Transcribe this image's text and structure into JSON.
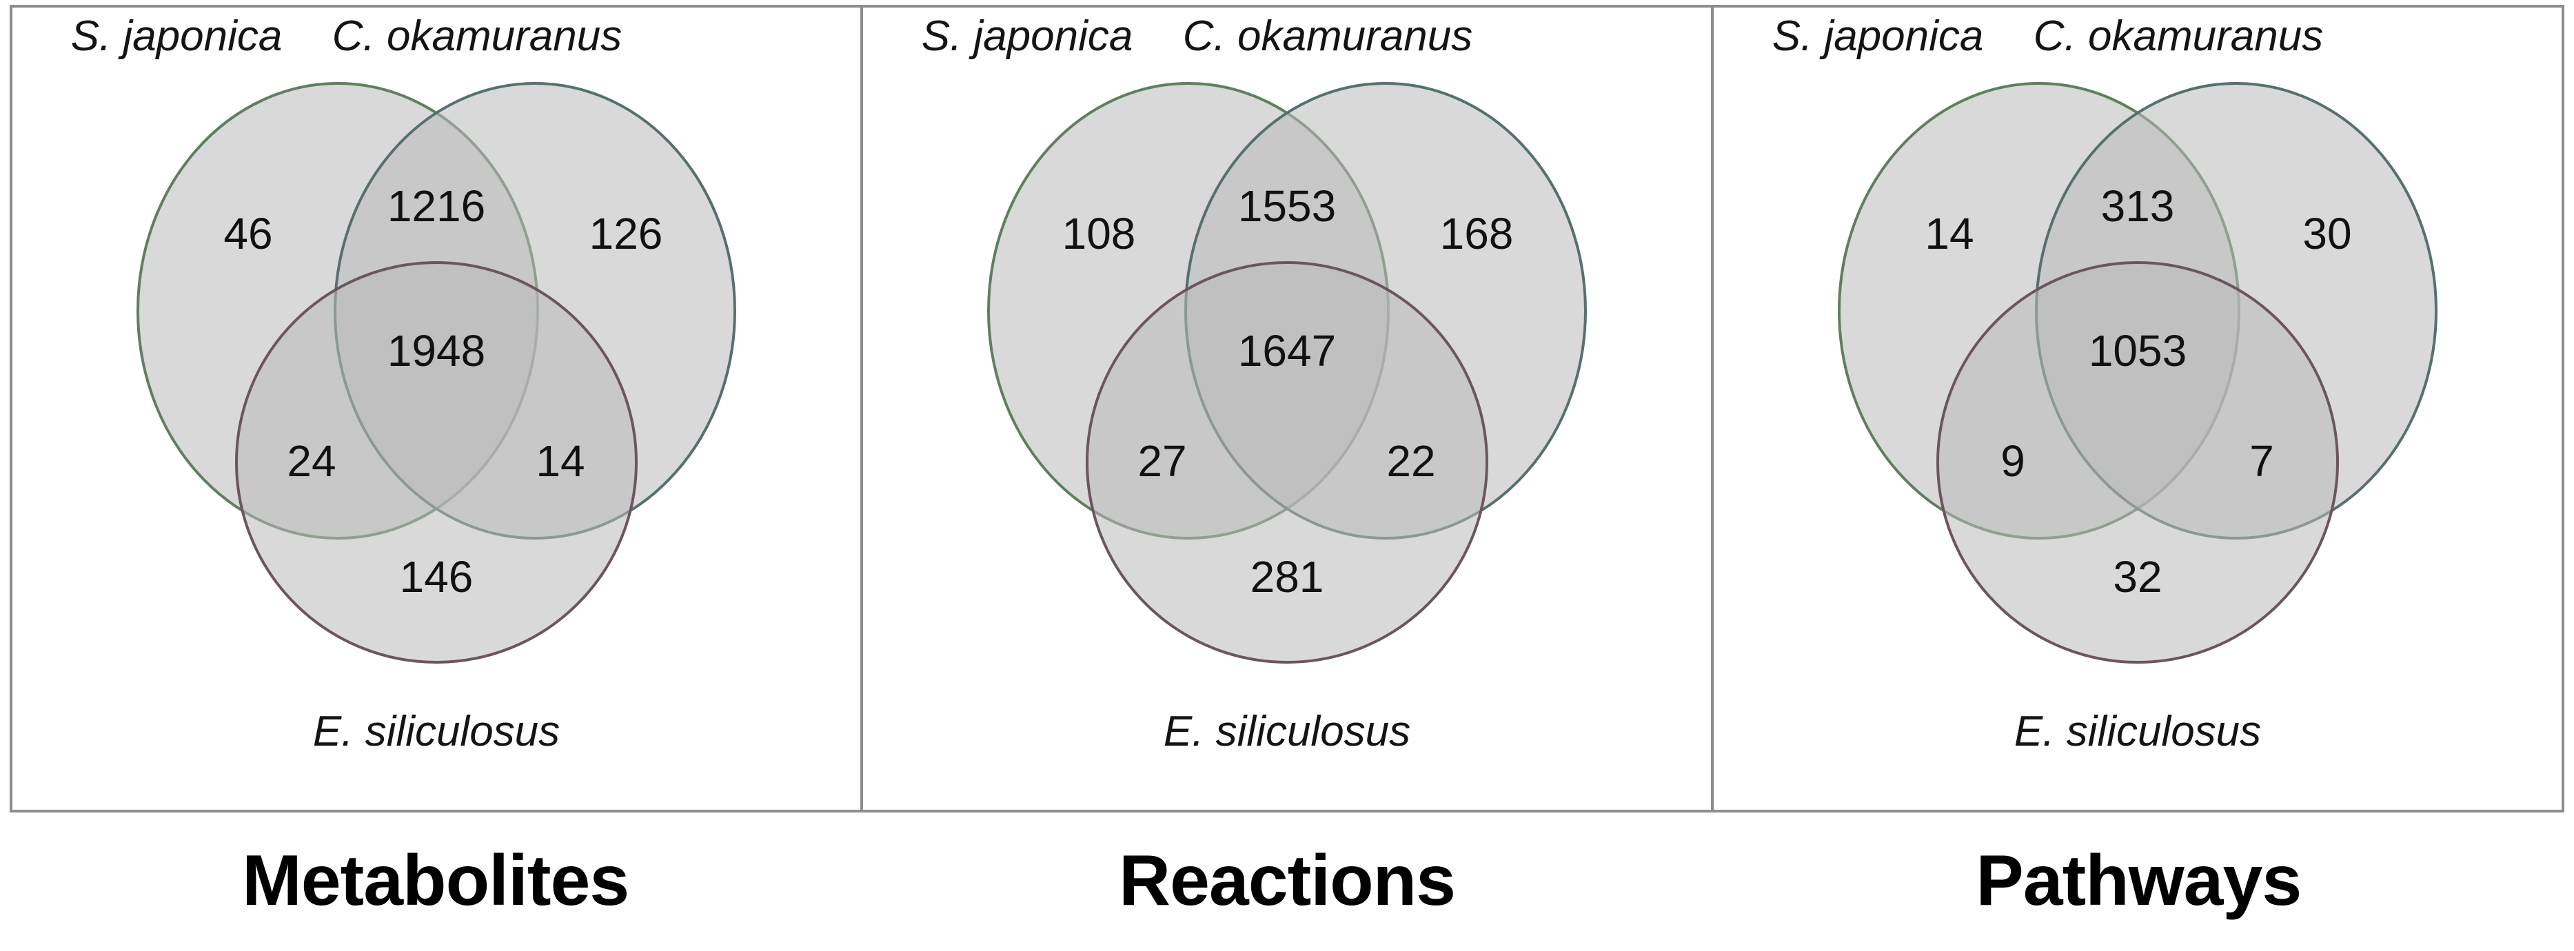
{
  "figure": {
    "type": "venn-triple-panel",
    "species": {
      "top_left": "S. japonica",
      "top_right": "C. okamuranus",
      "bottom": "E. siliculosus"
    },
    "colors": {
      "s_japonica_stroke": "#5f7f5f",
      "c_okamuranus_stroke": "#56706f",
      "e_siliculosus_stroke": "#6b5560",
      "circle_fill": "#b9b9b9",
      "frame": "#8d8d8d",
      "text": "#111111",
      "caption": "#000000"
    }
  },
  "panels": [
    {
      "id": "metabolites",
      "caption": "Metabolites",
      "labels": {
        "top_left": "S. japonica",
        "top_right": "C. okamuranus",
        "bottom": "E. siliculosus"
      },
      "counts": {
        "s_only": "46",
        "s_and_c": "1216",
        "c_only": "126",
        "all_three": "1948",
        "s_and_e": "24",
        "c_and_e": "14",
        "e_only": "146"
      }
    },
    {
      "id": "reactions",
      "caption": "Reactions",
      "labels": {
        "top_left": "S. japonica",
        "top_right": "C. okamuranus",
        "bottom": "E. siliculosus"
      },
      "counts": {
        "s_only": "108",
        "s_and_c": "1553",
        "c_only": "168",
        "all_three": "1647",
        "s_and_e": "27",
        "c_and_e": "22",
        "e_only": "281"
      }
    },
    {
      "id": "pathways",
      "caption": "Pathways",
      "labels": {
        "top_left": "S. japonica",
        "top_right": "C. okamuranus",
        "bottom": "E. siliculosus"
      },
      "counts": {
        "s_only": "14",
        "s_and_c": "313",
        "c_only": "30",
        "all_three": "1053",
        "s_and_e": "9",
        "c_and_e": "7",
        "e_only": "32"
      }
    }
  ],
  "chart_data": {
    "type": "venn",
    "title": "",
    "sets": [
      "S. japonica",
      "C. okamuranus",
      "E. siliculosus"
    ],
    "panels": [
      {
        "name": "Metabolites",
        "regions": {
          "S. japonica only": 46,
          "C. okamuranus only": 126,
          "E. siliculosus only": 146,
          "S. japonica & C. okamuranus": 1216,
          "S. japonica & E. siliculosus": 24,
          "C. okamuranus & E. siliculosus": 14,
          "all three": 1948
        }
      },
      {
        "name": "Reactions",
        "regions": {
          "S. japonica only": 108,
          "C. okamuranus only": 168,
          "E. siliculosus only": 281,
          "S. japonica & C. okamuranus": 1553,
          "S. japonica & E. siliculosus": 27,
          "C. okamuranus & E. siliculosus": 22,
          "all three": 1647
        }
      },
      {
        "name": "Pathways",
        "regions": {
          "S. japonica only": 14,
          "C. okamuranus only": 30,
          "E. siliculosus only": 32,
          "S. japonica & C. okamuranus": 313,
          "S. japonica & E. siliculosus": 9,
          "C. okamuranus & E. siliculosus": 7,
          "all three": 1053
        }
      }
    ]
  }
}
